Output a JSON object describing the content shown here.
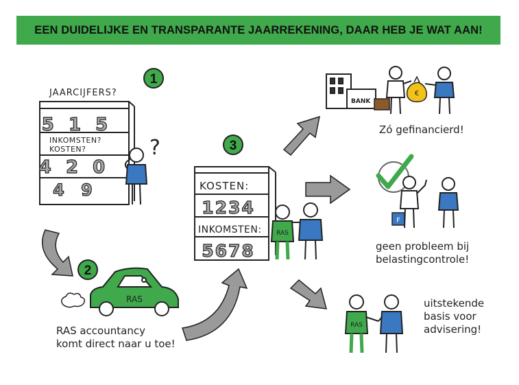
{
  "banner": {
    "title": "EEN DUIDELIJKE EN TRANSPARANTE JAARREKENING, DAAR HEB JE WAT AAN!"
  },
  "step1": {
    "number": "1",
    "heading": "JAARCIJFERS?",
    "row1": "5 1 5",
    "income_question": "INKOMSTEN?",
    "costs_question": "KOSTEN?",
    "row2": "4 2 0",
    "row3": "4 9",
    "question_mark": "?"
  },
  "step2": {
    "number": "2",
    "car_label": "RAS",
    "caption_line1": "RAS accountancy",
    "caption_line2": "komt direct naar u toe!"
  },
  "step3": {
    "number": "3",
    "costs_label": "KOSTEN:",
    "costs_value": "1234",
    "income_label": "INKOMSTEN:",
    "income_value": "5678",
    "person_label": "RAS"
  },
  "outcomes": {
    "bank": {
      "building_label": "BANK",
      "coin_symbol": "€",
      "caption": "Zó gefinancierd!"
    },
    "tax": {
      "folder_label": "F",
      "caption_line1": "geen probleem bij",
      "caption_line2": "belastingcontrole!"
    },
    "advice": {
      "person_label": "RAS",
      "caption_line1": "uitstekende",
      "caption_line2": "basis voor",
      "caption_line3": "advisering!"
    }
  },
  "colors": {
    "green": "#3fa94b",
    "blue": "#3a78c2",
    "grey": "#9a9a9a",
    "ink": "#222222"
  }
}
